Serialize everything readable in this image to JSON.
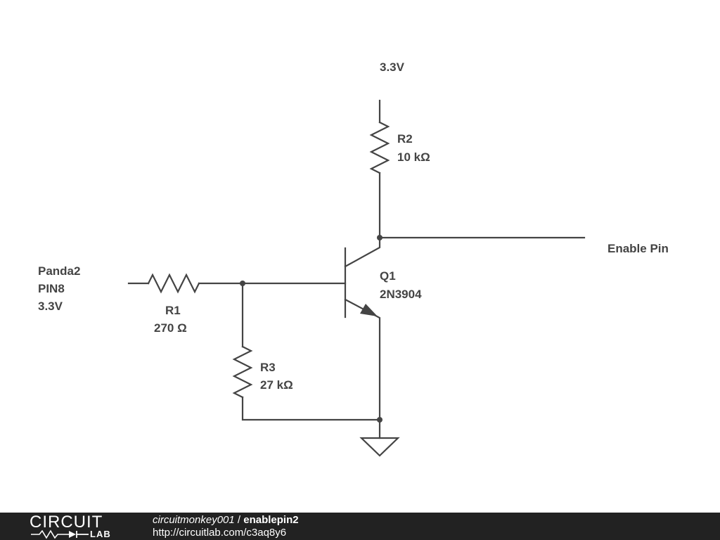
{
  "labels": {
    "supply": "3.3V",
    "r2_ref": "R2",
    "r2_value": "10 kΩ",
    "output": "Enable Pin",
    "input_line1": "Panda2",
    "input_line2": "PIN8",
    "input_line3": "3.3V",
    "r1_ref": "R1",
    "r1_value": "270 Ω",
    "q1_ref": "Q1",
    "q1_part": "2N3904",
    "r3_ref": "R3",
    "r3_value": "27 kΩ"
  },
  "footer": {
    "logo_top": "CIRCUIT",
    "logo_bottom": "LAB",
    "user": "circuitmonkey001",
    "separator": " / ",
    "project": "enablepin2",
    "url": "http://circuitlab.com/c3aq8y6"
  },
  "colors": {
    "wire": "#444444",
    "footer_background": "#222222",
    "footer_text": "#ffffff"
  }
}
